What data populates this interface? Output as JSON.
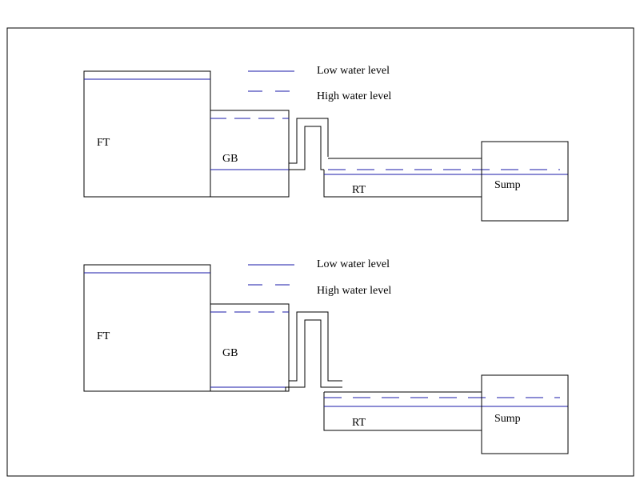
{
  "legend": {
    "low_label": "Low water level",
    "high_label": "High water level"
  },
  "colors": {
    "water_line": "#1a1aa8",
    "outline": "#000000"
  },
  "diagrams": [
    {
      "ft_label": "FT",
      "gb_label": "GB",
      "rt_label": "RT",
      "sump_label": "Sump",
      "legend_low": "Low water level",
      "legend_high": "High water level"
    },
    {
      "ft_label": "FT",
      "gb_label": "GB",
      "rt_label": "RT",
      "sump_label": "Sump",
      "legend_low": "Low water level",
      "legend_high": "High water level"
    }
  ]
}
